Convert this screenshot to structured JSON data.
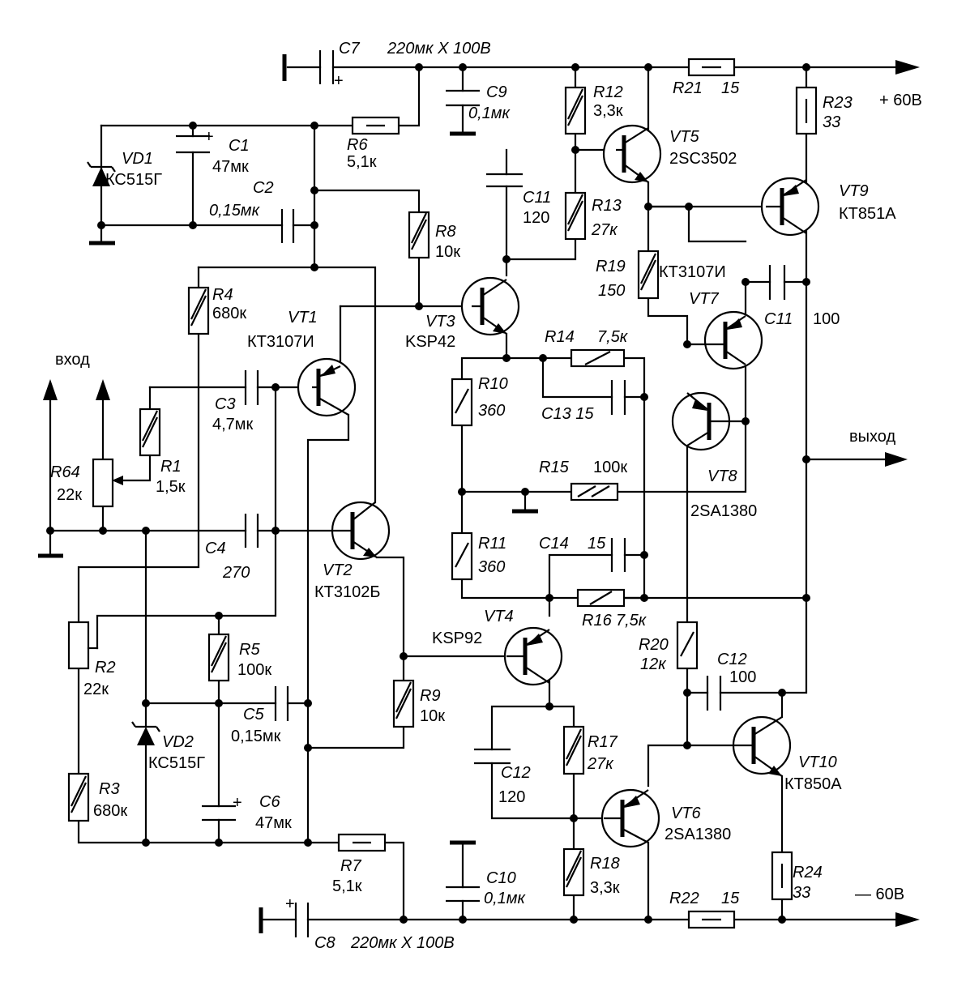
{
  "labels": {
    "c7": "C7",
    "c7_val": "220мк X 100В",
    "c8": "C8",
    "c8_val": "220мк X 100В",
    "c9": "C9",
    "c9_val": "0,1мк",
    "c10": "C10",
    "c10_val": "0,1мк",
    "c1": "C1",
    "c1_val": "47мк",
    "c2": "C2",
    "c2_val": "0,15мк",
    "c3": "C3",
    "c3_val": "4,7мк",
    "c4": "C4",
    "c4_val": "270",
    "c5": "C5",
    "c5_val": "0,15мк",
    "c6": "C6",
    "c6_val": "47мк",
    "c11a": "C11",
    "c11a_val": "120",
    "c11b": "C11",
    "c11b_val": "100",
    "c12a": "C12",
    "c12a_val": "120",
    "c12b": "C12",
    "c12b_val": "100",
    "c13": "C13 15",
    "c14": "C14",
    "c14_val": "15",
    "r1": "R1",
    "r1_val": "1,5к",
    "r2": "R2",
    "r2_val": "22к",
    "r3": "R3",
    "r3_val": "680к",
    "r4": "R4",
    "r4_val": "680к",
    "r5": "R5",
    "r5_val": "100к",
    "r6": "R6",
    "r6_val": "5,1к",
    "r7": "R7",
    "r7_val": "5,1к",
    "r8": "R8",
    "r8_val": "10к",
    "r9": "R9",
    "r9_val": "10к",
    "r10": "R10",
    "r10_val": "360",
    "r11": "R11",
    "r11_val": "360",
    "r12": "R12",
    "r12_val": "3,3к",
    "r13": "R13",
    "r13_val": "27к",
    "r14": "R14",
    "r14_val": "7,5к",
    "r15": "R15",
    "r15_val": "100к",
    "r16": "R16",
    "r16_val": "7,5к",
    "r17": "R17",
    "r17_val": "27к",
    "r18": "R18",
    "r18_val": "3,3к",
    "r19": "R19",
    "r19_val": "150",
    "r20": "R20",
    "r20_val": "12к",
    "r21": "R21",
    "r21_val": "15",
    "r22": "R22",
    "r22_val": "15",
    "r23": "R23",
    "r23_val": "33",
    "r24": "R24",
    "r24_val": "33",
    "r64": "R64",
    "r64_val": "22к",
    "vd1": "VD1",
    "vd1_type": "КС515Г",
    "vd2": "VD2",
    "vd2_type": "КС515Г",
    "vt1": "VT1",
    "vt1_type": "КТ3107И",
    "vt2": "VT2",
    "vt2_type": "КТ3102Б",
    "vt3": "VT3",
    "vt3_type": "KSP42",
    "vt4": "VT4",
    "vt4_type": "KSP92",
    "vt5": "VT5",
    "vt5_type": "2SC3502",
    "vt6": "VT6",
    "vt6_type": "2SA1380",
    "vt7": "VT7",
    "vt7_type": "КТ3107И",
    "vt8": "VT8",
    "vt8_type": "2SA1380",
    "vt9": "VT9",
    "vt9_type": "КТ851А",
    "vt10": "VT10",
    "vt10_type": "КТ850А",
    "plus": "+",
    "input": "вход",
    "output": "выход",
    "vplus": "+ 60В",
    "vminus": "— 60В"
  }
}
